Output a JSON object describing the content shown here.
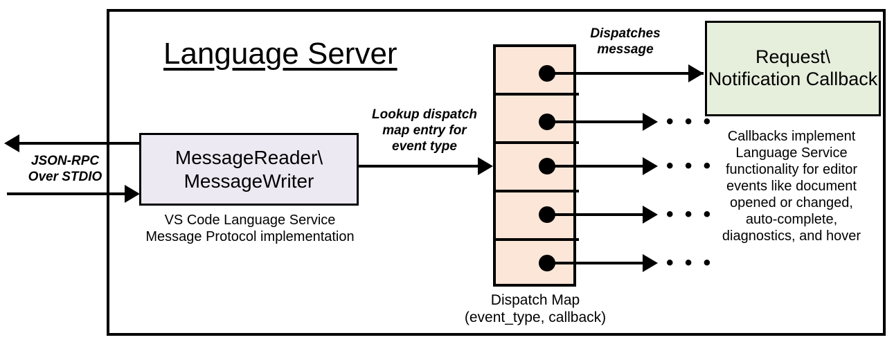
{
  "diagram": {
    "title": "Language Server",
    "frame_label": "language-server-boundary",
    "colors": {
      "message_box_fill": "#EDE9F2",
      "dispatch_map_fill": "#FBE6D8",
      "callback_box_fill": "#E6EEDC",
      "stroke": "#000000",
      "background": "#FFFFFF"
    },
    "external_io": {
      "label": "JSON-RPC\nOver STDIO",
      "outbound_arrow": "arrow-left-out",
      "inbound_arrow": "arrow-right-in"
    },
    "message_node": {
      "title": "MessageReader\\\nMessageWriter",
      "caption": "VS Code Language Service\nMessage Protocol implementation"
    },
    "lookup_edge": {
      "label": "Lookup dispatch\nmap entry for\nevent type"
    },
    "dispatch_map": {
      "caption": "Dispatch Map\n(event_type, callback)",
      "row_count": 5,
      "rows": [
        {
          "index": 1,
          "handle": "callback-pointer",
          "target": "request-notification-callback"
        },
        {
          "index": 2,
          "handle": "callback-pointer",
          "target": "ellipsis"
        },
        {
          "index": 3,
          "handle": "callback-pointer",
          "target": "ellipsis"
        },
        {
          "index": 4,
          "handle": "callback-pointer",
          "target": "ellipsis"
        },
        {
          "index": 5,
          "handle": "callback-pointer",
          "target": "ellipsis"
        }
      ],
      "ellipsis_glyph": "• • •"
    },
    "dispatch_edge": {
      "label": "Dispatches\nmessage"
    },
    "callback_node": {
      "title": "Request\\\nNotification\nCallback",
      "description": "Callbacks implement\nLanguage Service\nfunctionality for editor\nevents like document\nopened or changed,\nauto-complete,\ndiagnostics, and hover"
    }
  }
}
